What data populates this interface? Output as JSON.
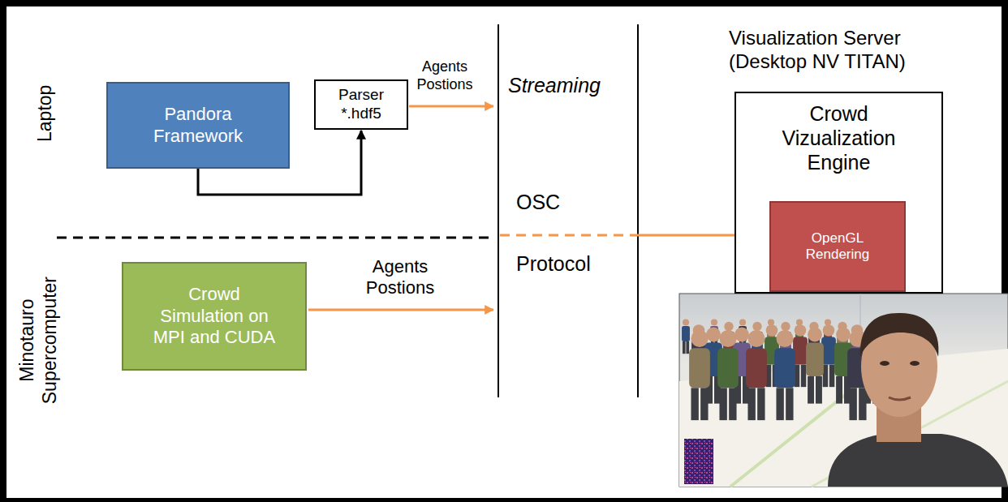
{
  "diagram": {
    "nodes": [
      {
        "text": [
          "Pandora Framework"
        ]
      },
      {
        "text": [
          "Parser *.hdf5"
        ]
      },
      {
        "text": [
          "Crowd Simulation on MPI and CUDA"
        ]
      },
      {
        "text": [
          "Crowd Vizualization Engine"
        ]
      },
      {
        "text": [
          "OpenGL Rendering"
        ],
        "in": 3
      }
    ],
    "edges": [
      {
        "from": 0,
        "to": 1,
        "arrow": "to"
      }
    ],
    "labels": [
      "Laptop",
      "Minotauro Supercomputer",
      "Agents Postions",
      "Streaming",
      "OSC",
      "Protocol",
      "Agents Postions",
      "Visualization Server (Desktop NV TITAN)"
    ]
  }
}
